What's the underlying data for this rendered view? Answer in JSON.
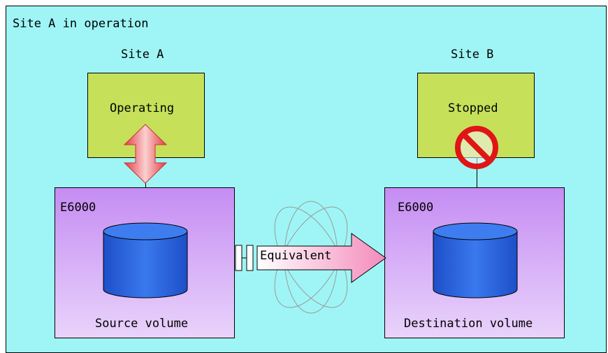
{
  "caption": "Site A in operation",
  "site_a": {
    "title": "Site A",
    "server_status": "Operating",
    "storage_label": "E6000",
    "volume_label": "Source volume"
  },
  "site_b": {
    "title": "Site B",
    "server_status": "Stopped",
    "storage_label": "E6000",
    "volume_label": "Destination volume"
  },
  "replication": {
    "label": "Equivalent"
  },
  "colors": {
    "background": "#9ff5f5",
    "server_box": "#c6e05a",
    "storage_box": "#c58df3",
    "cylinder": "#2a62d8",
    "equivalent_arrow": "#f9b0cf",
    "bidirectional_arrow": "#e8505a",
    "prohibition_icon": "#e01515"
  },
  "icons": [
    "bidirectional-arrow-icon",
    "prohibited-icon",
    "database-icon",
    "rotation-ellipse-icon",
    "connector-icon"
  ]
}
